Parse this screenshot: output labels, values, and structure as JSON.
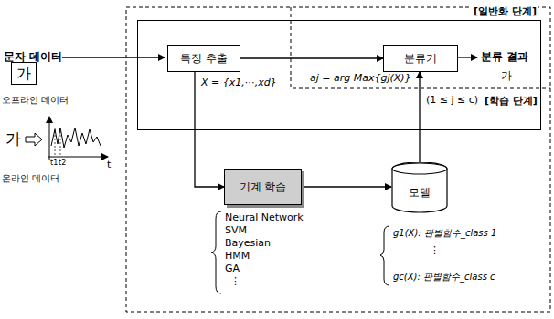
{
  "diagram": {
    "nodes": [
      {
        "text": [
          "[일반화 단계]"
        ]
      },
      {
        "text": [
          "특징 추출"
        ],
        "in": 0
      },
      {
        "text": [
          "분류기"
        ],
        "in": 0
      },
      {
        "text": [
          "기계 학습"
        ]
      },
      {
        "text": [
          "모델"
        ]
      }
    ],
    "edges": [
      {
        "from": 1,
        "to": 2,
        "arrow": "to"
      },
      {
        "from": 1,
        "to": 3,
        "arrow": "to"
      },
      {
        "from": 3,
        "to": 4,
        "arrow": "to"
      },
      {
        "from": 4,
        "to": 2,
        "arrow": "to"
      }
    ],
    "labels": [
      "문자 데이터",
      "가",
      "오프라인 데이터",
      "가",
      "t1",
      "t2",
      "t",
      "온라인 데이터",
      "X = {x1,⋯,xd}",
      "aj = arg Max{gj(X)}",
      "(1 ≤ j ≤ c)",
      "분류 결과",
      "가",
      "[학습 단계]",
      "Neural Network",
      "SVM",
      "Bayesian",
      "HMM",
      "GA",
      "⋮",
      "g1(X): 판별함수_class 1",
      "⋮",
      "gc(X): 판별함수_class c"
    ]
  }
}
